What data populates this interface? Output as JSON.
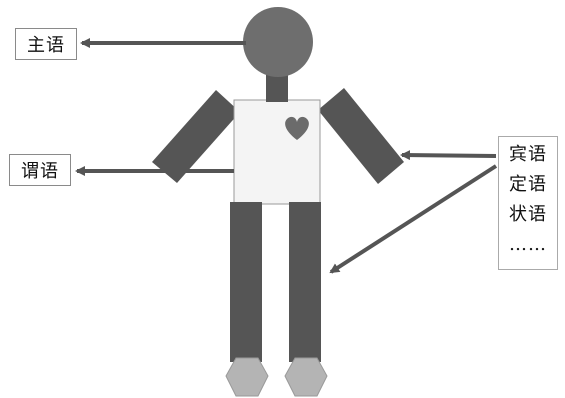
{
  "labels": {
    "subject": "主语",
    "predicate": "谓语",
    "others": [
      "宾语",
      "定语",
      "状语",
      "……"
    ]
  },
  "colors": {
    "limb": "#555555",
    "arrow": "#555555",
    "head": "#6e6e6e",
    "torso_fill": "#f4f4f4",
    "torso_stroke": "#9a9a9a",
    "foot": "#b4b4b4",
    "heart": "#6b6b6b"
  }
}
